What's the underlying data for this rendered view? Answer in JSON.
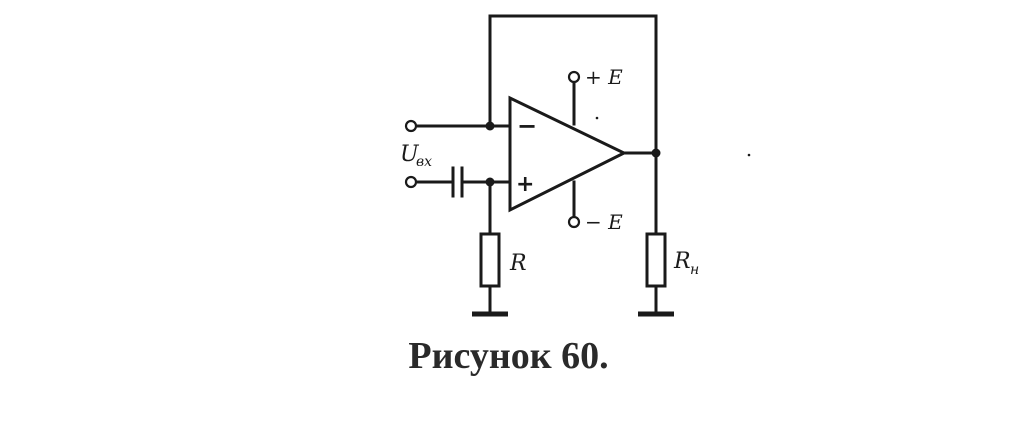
{
  "diagram": {
    "labels": {
      "input": "U",
      "input_subscript": "вх",
      "supply_positive": "+ E",
      "supply_negative": "− E",
      "resistor_r": "R",
      "resistor_load": "R",
      "resistor_load_subscript": "н",
      "minus_sign": "−",
      "plus_sign": "+"
    }
  },
  "caption": "Рисунок 60."
}
